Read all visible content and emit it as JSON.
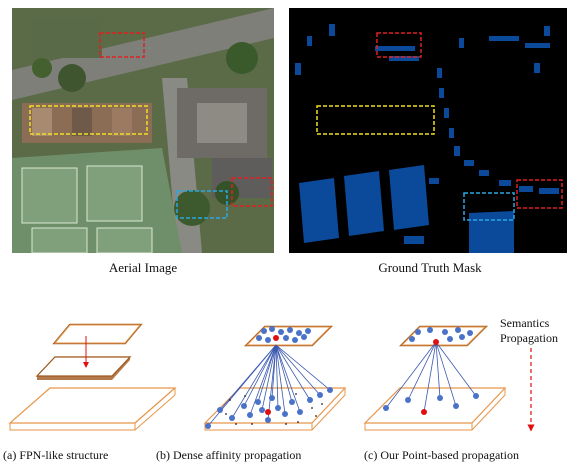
{
  "figure": {
    "aerial_caption": "Aerial Image",
    "mask_caption": "Ground Truth Mask",
    "propagation_label_line1": "Semantics",
    "propagation_label_line2": "Propagation",
    "subcaptions": [
      "(a) FPN-like structure",
      "(b) Dense affinity propagation",
      "(c) Our Point-based propagation"
    ]
  },
  "colors": {
    "background_mask": "#000000",
    "object_blue": "#0b4a9a",
    "line_blue": "#3a58b0",
    "point_blue": "#4a72c8",
    "point_red": "#e01010",
    "box_red": "#e02020",
    "box_yellow": "#f0e020",
    "box_cyan": "#2aa8e0",
    "plane_outline": "#e8964a",
    "plane_outline_dark": "#a05a20",
    "arrow_red": "#e01010"
  },
  "icons": {
    "aerial": "aerial-photo",
    "mask": "segmentation-mask",
    "arrow": "down-arrow"
  }
}
